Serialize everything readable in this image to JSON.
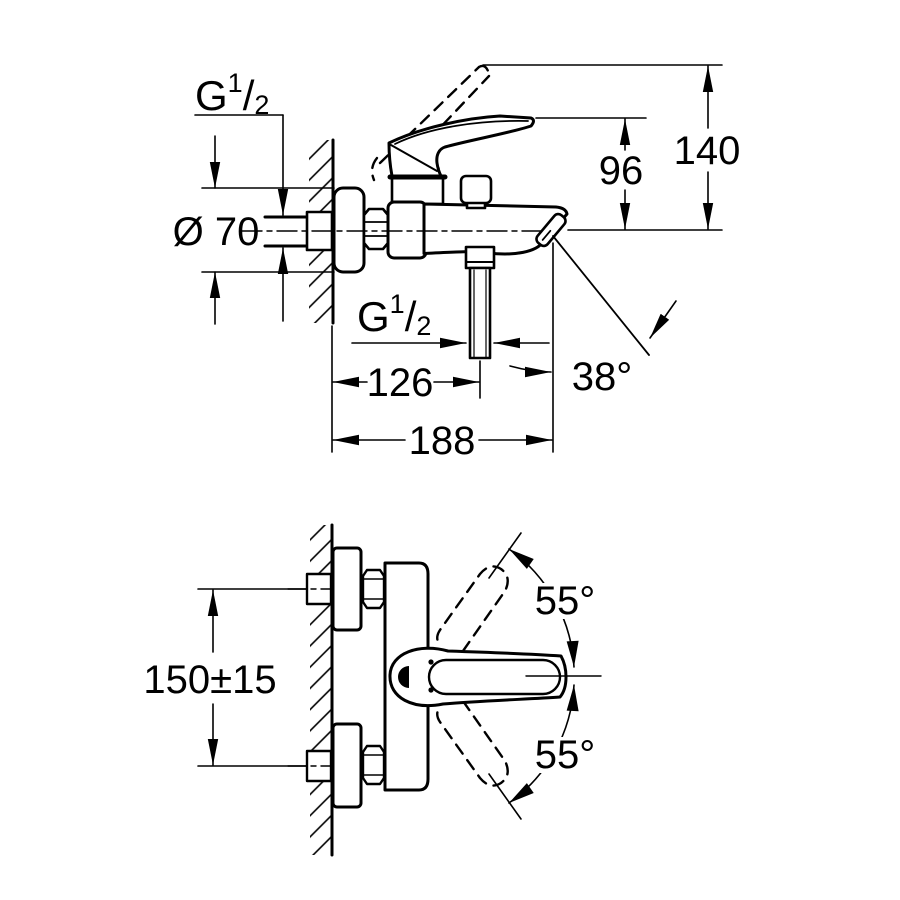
{
  "colors": {
    "line": "#000000",
    "background": "#ffffff"
  },
  "side_view": {
    "labels": {
      "wall_thread": {
        "g": "G",
        "num": "1",
        "slash": "/",
        "den": "2"
      },
      "diameter": "Ø 70",
      "total_height": "140",
      "handle_height": "96",
      "hose_thread": {
        "g": "G",
        "num": "1",
        "slash": "/",
        "den": "2"
      },
      "hose_depth": "126",
      "total_depth": "188",
      "spray_angle": "38°"
    }
  },
  "top_view": {
    "labels": {
      "spacing": "150±15",
      "swing_upper": "55°",
      "swing_lower": "55°"
    }
  }
}
